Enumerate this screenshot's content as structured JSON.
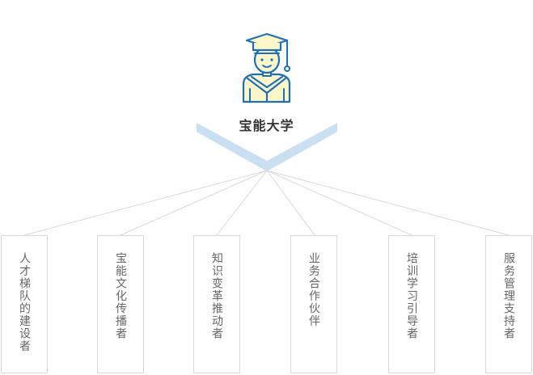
{
  "root": {
    "title": "宝能大学",
    "icon": "graduate-icon"
  },
  "roles": [
    {
      "label": "人才梯队的建设者"
    },
    {
      "label": "宝能文化传播者"
    },
    {
      "label": "知识变革推动者"
    },
    {
      "label": "业务合作伙伴"
    },
    {
      "label": "培训学习引导者"
    },
    {
      "label": "服务管理支持者"
    }
  ],
  "colors": {
    "icon_stroke": "#1e6fb8",
    "icon_fill": "#fcf6c9",
    "chevron": "#c9dff2",
    "connector": "#d9d9d9",
    "box_border": "#d9d9d9"
  }
}
